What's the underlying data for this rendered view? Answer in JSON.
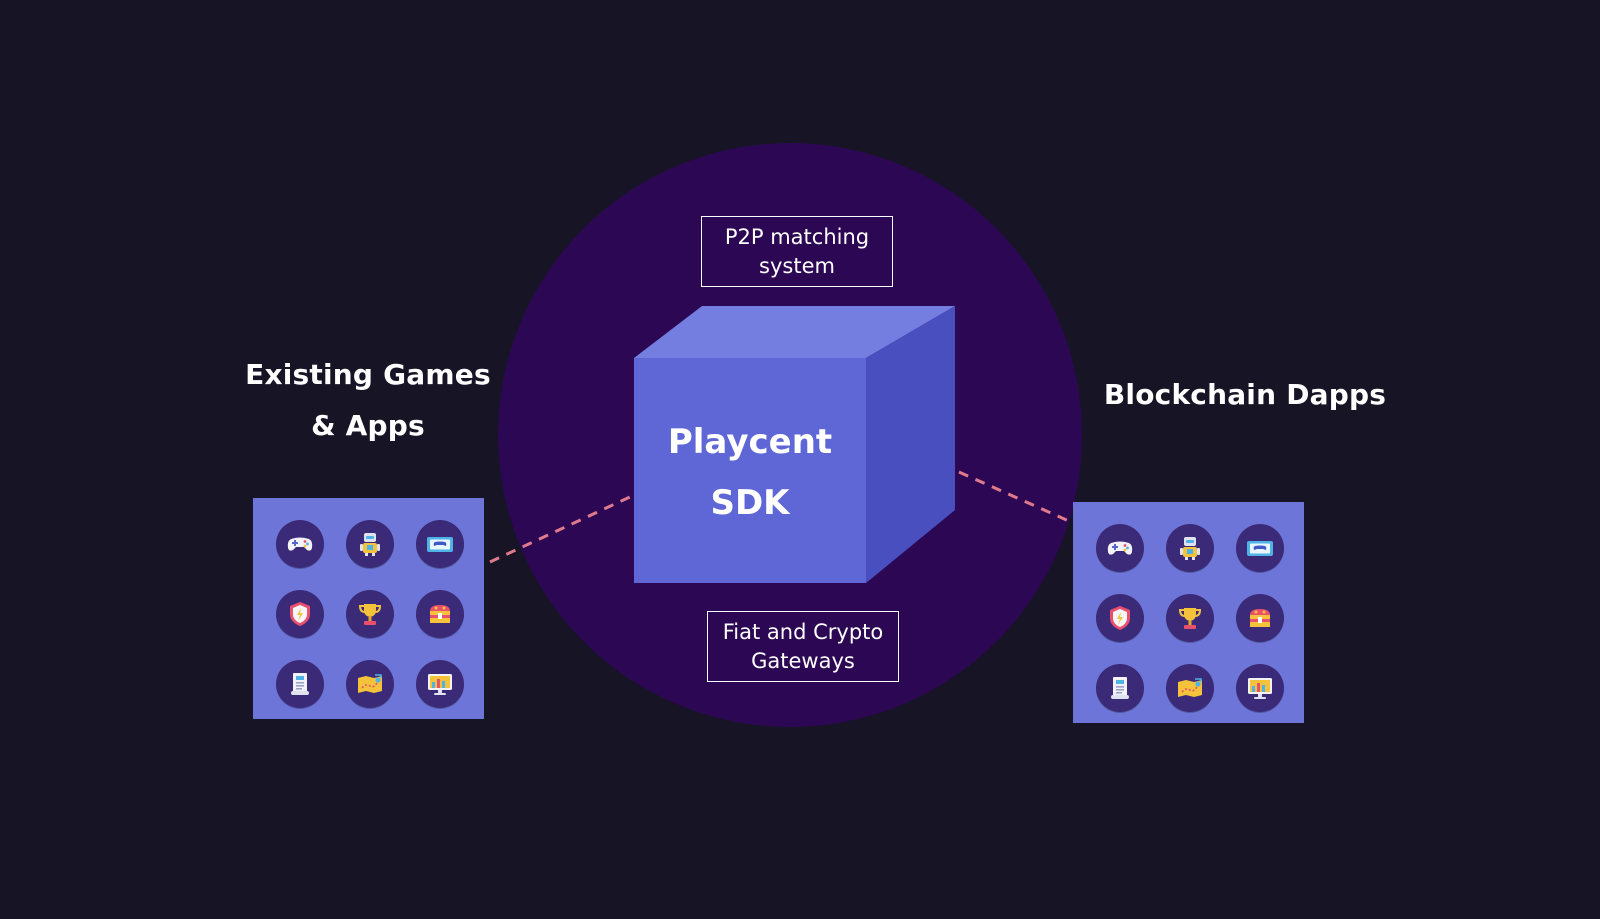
{
  "colors": {
    "background": "#171425",
    "circle": "#2c0854",
    "cube_front": "#5f67d6",
    "cube_top": "#747ee0",
    "cube_side": "#4a4fc0",
    "panel": "#6d76d8",
    "icon_circle": "#3b2a78",
    "connector": "#e17a8c"
  },
  "headings": {
    "left": [
      "Existing Games",
      "& Apps"
    ],
    "right": "Blockchain Dapps"
  },
  "sdk": {
    "lines": [
      "Playcent",
      "SDK"
    ]
  },
  "labels": {
    "top": [
      "P2P matching",
      "system"
    ],
    "bottom": [
      "Fiat and Crypto",
      "Gateways"
    ]
  },
  "icons": [
    "gamepad-icon",
    "robot-icon",
    "game-screen-icon",
    "shield-icon",
    "trophy-icon",
    "treasure-chest-icon",
    "scroll-icon",
    "treasure-map-icon",
    "monitor-icon"
  ]
}
